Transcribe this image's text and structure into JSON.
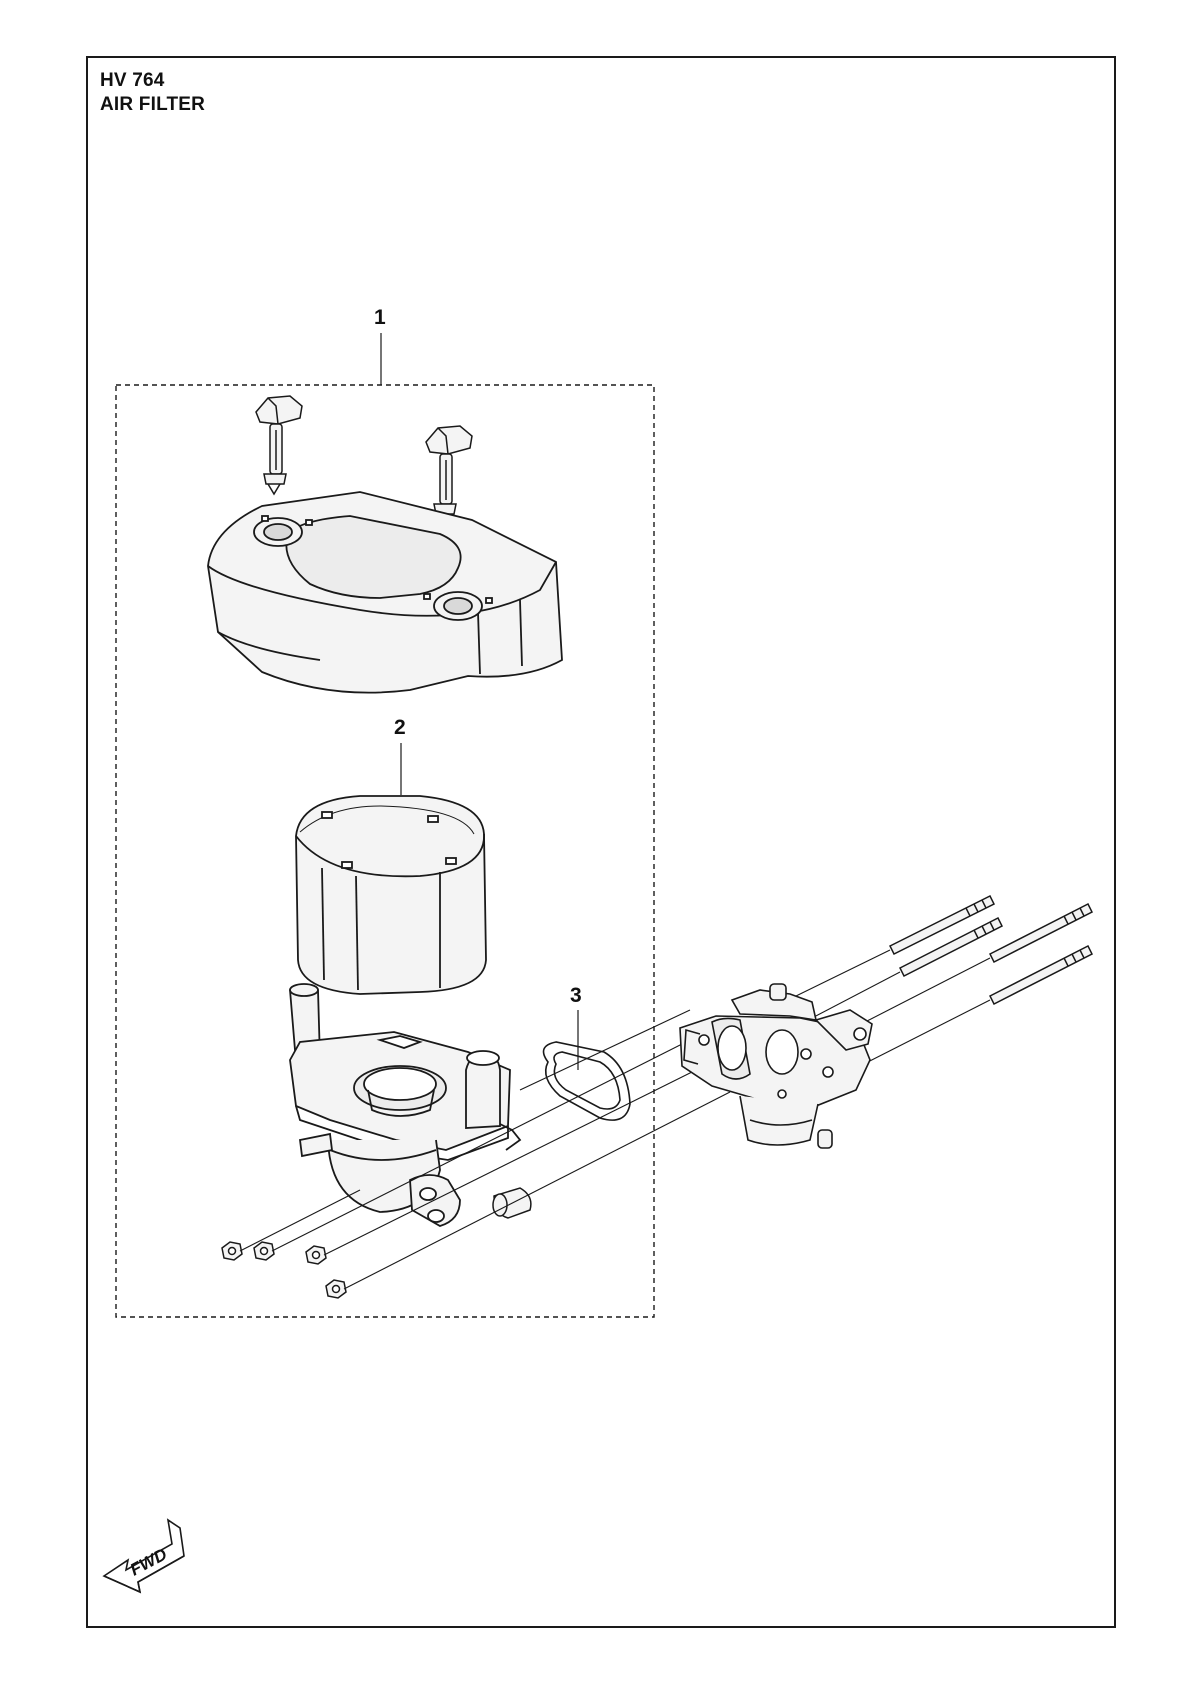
{
  "header": {
    "model": "HV 764",
    "section": "AIR FILTER"
  },
  "callouts": [
    "1",
    "2",
    "3"
  ],
  "fwd_label": "FWD",
  "colors": {
    "line": "#1a1a1a",
    "part_fill": "#f4f4f4",
    "shade": "#d9d9d9",
    "background": "#ffffff"
  },
  "icons": {
    "forward_arrow": "fwd-arrow-icon"
  }
}
